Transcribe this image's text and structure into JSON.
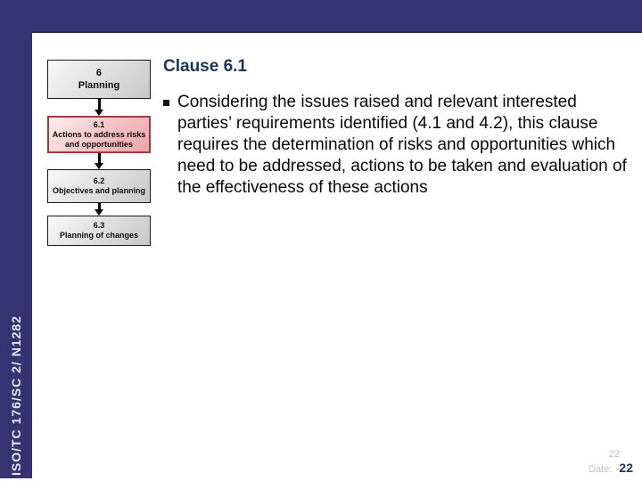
{
  "slide": {
    "title": "Clause 6.1",
    "bullet_text": "Considering the issues raised and relevant interested parties’ requirements identified (4.1 and 4.2), this clause requires the determination of risks and opportunities which need to be addressed, actions to be taken and evaluation of the effectiveness of these actions",
    "side_label": "ISO/TC 176/SC 2/ N1282",
    "footer": {
      "slide_number_ghost": "22",
      "date_label": "Date:",
      "page_number": "22"
    }
  },
  "flowchart": {
    "boxes": [
      {
        "id": "6",
        "text": "6\nPlanning",
        "highlighted": false
      },
      {
        "id": "6.1",
        "text": "6.1\nActions to address risks\nand opportunities",
        "highlighted": true
      },
      {
        "id": "6.2",
        "text": "6.2\nObjectives and planning",
        "highlighted": false
      },
      {
        "id": "6.3",
        "text": "6.3\nPlanning of changes",
        "highlighted": false
      }
    ]
  },
  "colors": {
    "frame_navy": "#373272",
    "title_blue": "#17365D",
    "highlight_border_red": "#9E3B3E",
    "highlight_fill_pink": "#EDA3A6",
    "gray_box_fill": "#C9C9C9",
    "footer_gray": "#B9C0C9",
    "page_number_navy": "#1F3864"
  }
}
